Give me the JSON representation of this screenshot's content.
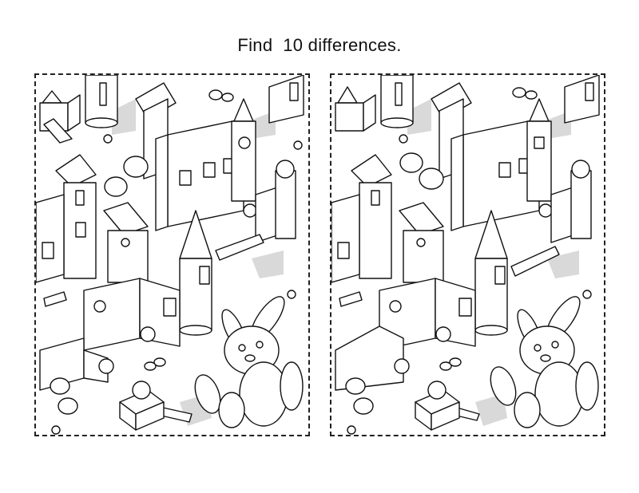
{
  "puzzle": {
    "title": "Find  10 differences.",
    "difference_count": 10,
    "panels": [
      {
        "side": "left",
        "icon": "toy-blocks-town-scene"
      },
      {
        "side": "right",
        "icon": "toy-blocks-town-scene-modified"
      }
    ],
    "colors": {
      "line": "#111111",
      "shadow": "#d9d9d9",
      "background": "#ffffff"
    }
  }
}
